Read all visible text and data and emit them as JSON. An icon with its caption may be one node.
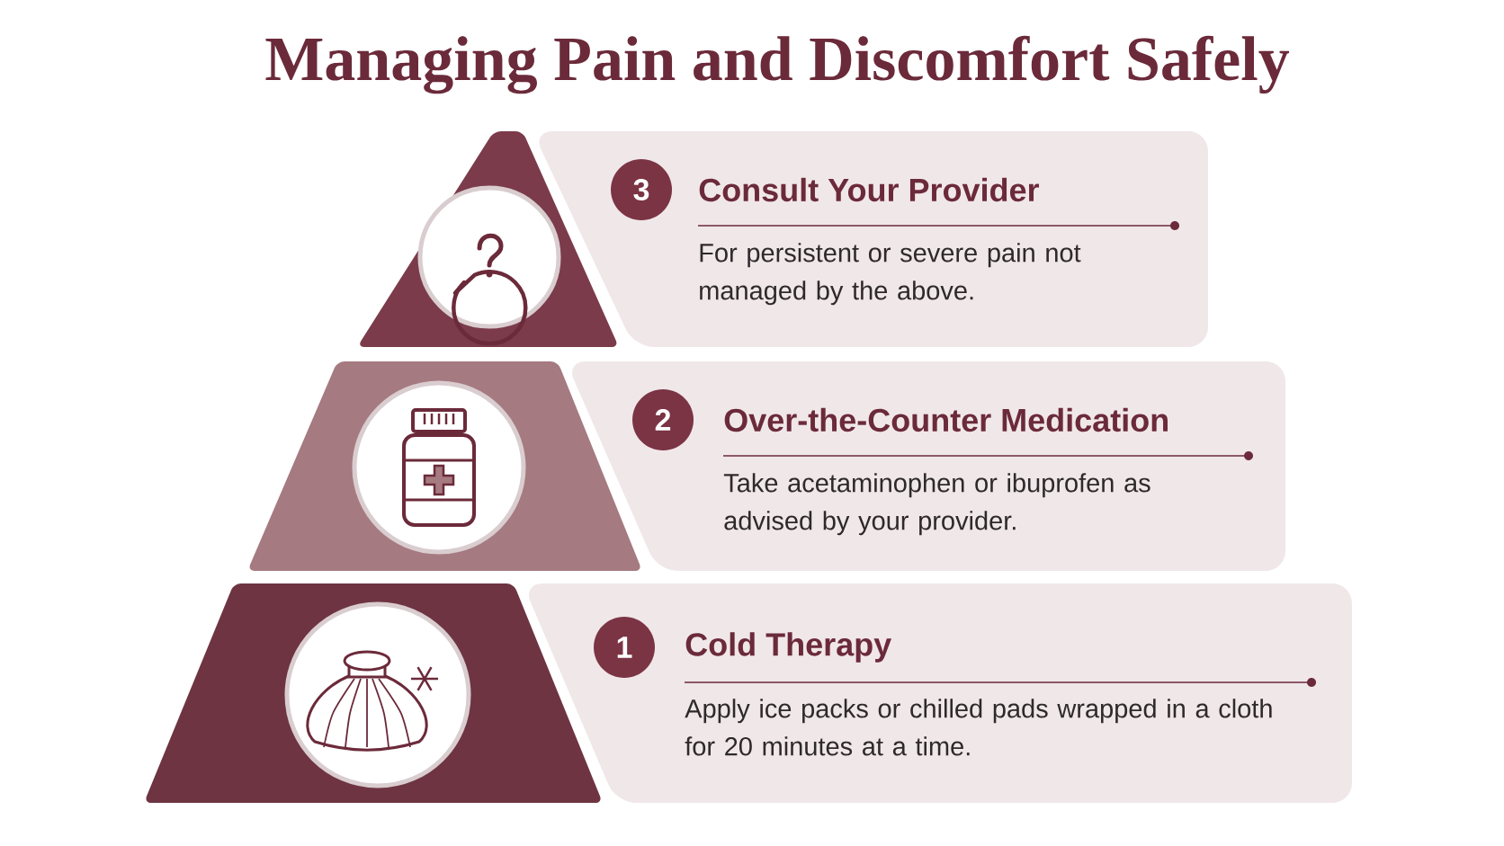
{
  "diagram": {
    "title": "Managing Pain and Discomfort Safely",
    "nodes": [
      {
        "text": [
          "Consult Your Provider",
          "For persistent or severe pain not managed by the above."
        ]
      },
      {
        "text": [
          "3"
        ],
        "in": 0
      },
      {
        "text": [
          "Over-the-Counter Medication",
          "Take acetaminophen or ibuprofen as advised by your provider."
        ]
      },
      {
        "text": [
          "2"
        ],
        "in": 2
      },
      {
        "text": [
          "Cold Therapy",
          "Apply ice packs or chilled pads wrapped in a cloth for 20 minutes at a time."
        ]
      },
      {
        "text": [
          "1"
        ],
        "in": 4
      }
    ]
  }
}
